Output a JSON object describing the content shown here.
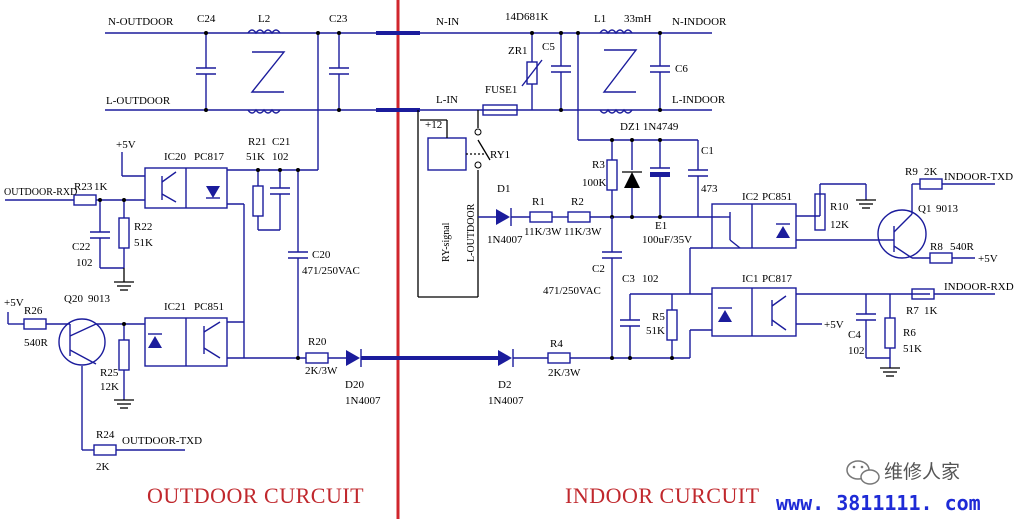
{
  "labels": {
    "n_outdoor": "N-OUTDOOR",
    "l_outdoor": "L-OUTDOOR",
    "c24": "C24",
    "l2": "L2",
    "c23": "C23",
    "n_in": "N-IN",
    "l_in": "L-IN",
    "varistor": "14D681K",
    "zr1": "ZR1",
    "c5": "C5",
    "l1": "L1",
    "l1_value": "33mH",
    "n_indoor": "N-INDOOR",
    "l_indoor": "L-INDOOR",
    "c6": "C6",
    "fuse1": "FUSE1",
    "plus12": "+12",
    "ry1": "RY1",
    "ry_signal": "RY-signal",
    "l_outdoor_vert": "L-OUTDOOR",
    "dz1": "DZ1 1N4749",
    "c1": "C1",
    "c1_value": "473",
    "r3": "R3",
    "r3_value": "100K",
    "e1": "E1",
    "e1_value": "100uF/35V",
    "d1": "D1",
    "d1_value": "1N4007",
    "r1": "R1",
    "r1_value": "11K/3W",
    "r2": "R2",
    "r2_value": "11K/3W",
    "ic2": "IC2",
    "ic2_part": "PC851",
    "r10": "R10",
    "r10_value": "12K",
    "r9": "R9",
    "r9_value": "2K",
    "indoor_txd": "INDOOR-TXD",
    "q1": "Q1",
    "q1_part": "9013",
    "r8": "R8",
    "r8_value": "540R",
    "plus5v_r8": "+5V",
    "c2": "C2",
    "c2_value": "471/250VAC",
    "c3": "C3",
    "c3_value": "102",
    "ic1": "IC1",
    "ic1_part": "PC817",
    "indoor_rxd": "INDOOR-RXD",
    "r5": "R5",
    "r5_value": "51K",
    "plus5v_ic1": "+5V",
    "r7": "R7",
    "r7_value": "1K",
    "c4": "C4",
    "c4_value": "102",
    "r6": "R6",
    "r6_value": "51K",
    "d2": "D2",
    "d2_value": "1N4007",
    "r4": "R4",
    "r4_value": "2K/3W",
    "plus5v_ic20": "+5V",
    "ic20": "IC20",
    "ic20_part": "PC817",
    "r21": "R21",
    "r21_value": "51K",
    "c21": "C21",
    "c21_value": "102",
    "outdoor_rxd": "OUTDOOR-RXD",
    "r23": "R23",
    "r23_value": "1K",
    "c22": "C22",
    "c22_value": "102",
    "r22": "R22",
    "r22_value": "51K",
    "c20": "C20",
    "c20_value": "471/250VAC",
    "plus5v_r26": "+5V",
    "r26": "R26",
    "r26_value": "540R",
    "q20": "Q20",
    "q20_part": "9013",
    "ic21": "IC21",
    "ic21_part": "PC851",
    "r25": "R25",
    "r25_value": "12K",
    "r20": "R20",
    "r20_value": "2K/3W",
    "d20": "D20",
    "d20_value": "1N4007",
    "r24": "R24",
    "r24_value": "2K",
    "outdoor_txd": "OUTDOOR-TXD"
  },
  "sections": {
    "outdoor": "OUTDOOR CURCUIT",
    "indoor": "INDOOR CURCUIT"
  },
  "watermark": {
    "brand": "维修人家",
    "url": "www. 3811111. com"
  },
  "colors": {
    "wire": "#1b1c9c",
    "divider": "#d0262d",
    "section_text": "#c0282d",
    "url_text": "#1e2bd6"
  }
}
